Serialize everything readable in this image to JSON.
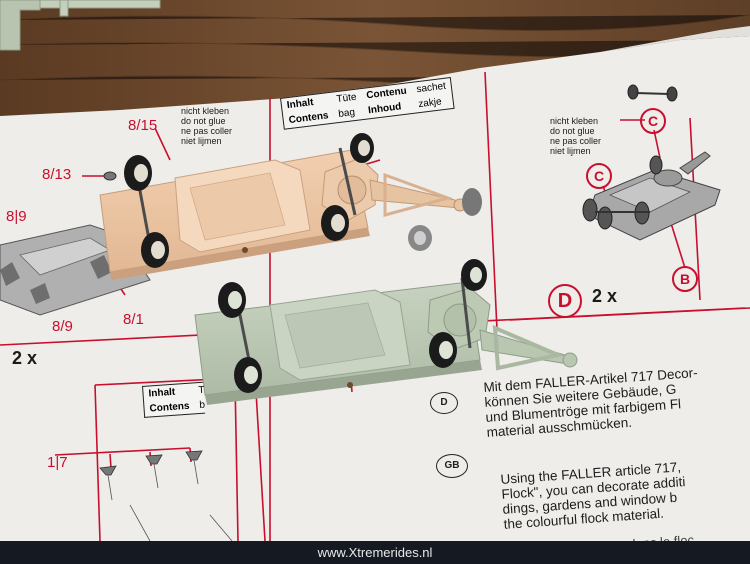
{
  "left_notes": {
    "part_8_15": "8/15",
    "nicht_kleben": "nicht kleben",
    "do_not_glue": "do not glue",
    "ne_pas_coller": "ne pas coller",
    "niet_lijmen": "niet lijmen",
    "part_8_13": "8/13",
    "part_8_9_top": "8|9",
    "part_8_9_bottom": "8/9",
    "part_8_1": "8/1",
    "qty_left": "2 x"
  },
  "contents_box_top": {
    "inhalt": "Inhalt",
    "tute": "Tüte",
    "contenu": "Contenu",
    "sachet": "sachet",
    "contens": "Contens",
    "bag": "bag",
    "inhoud": "Inhoud",
    "zakje": "zakje"
  },
  "contents_box_bottom": {
    "inhalt": "Inhalt",
    "t": "T",
    "contens": "Contens",
    "b": "b"
  },
  "right_panel": {
    "nicht_kleben": "nicht kleben",
    "do_not_glue": "do not glue",
    "ne_pas_coller": "ne pas coller",
    "niet_lijmen": "niet lijmen",
    "c_top": "C",
    "c_left": "C",
    "b": "B",
    "step_letter": "D",
    "qty": "2 x"
  },
  "lower_left": {
    "part_1_7": "1|7"
  },
  "text_de": {
    "badge": "D",
    "line1": "Mit dem FALLER-Artikel 717 Decor-",
    "line2": "können Sie weitere Gebäude, G",
    "line3": "und Blumentröge mit farbigem Fl",
    "line4": "material ausschmücken."
  },
  "text_en": {
    "badge": "GB",
    "line1": "Using the FALLER article 717,",
    "line2": "Flock\", you can decorate additi",
    "line3": "dings, gardens and window b",
    "line4": "the colourful flock material."
  },
  "text_fr_partial": "ommandons le floc",
  "watermark": "www.Xtremerides.nl",
  "colors": {
    "paper": "#f0efed",
    "red_line": "#c8102e",
    "tan_part": "#e9c3a2",
    "green_part": "#b9c7b1",
    "gray_part": "#b8b8b8",
    "tire": "#1b1b1b",
    "table_wood": "#6b4a2e",
    "footer": "#151a22"
  }
}
